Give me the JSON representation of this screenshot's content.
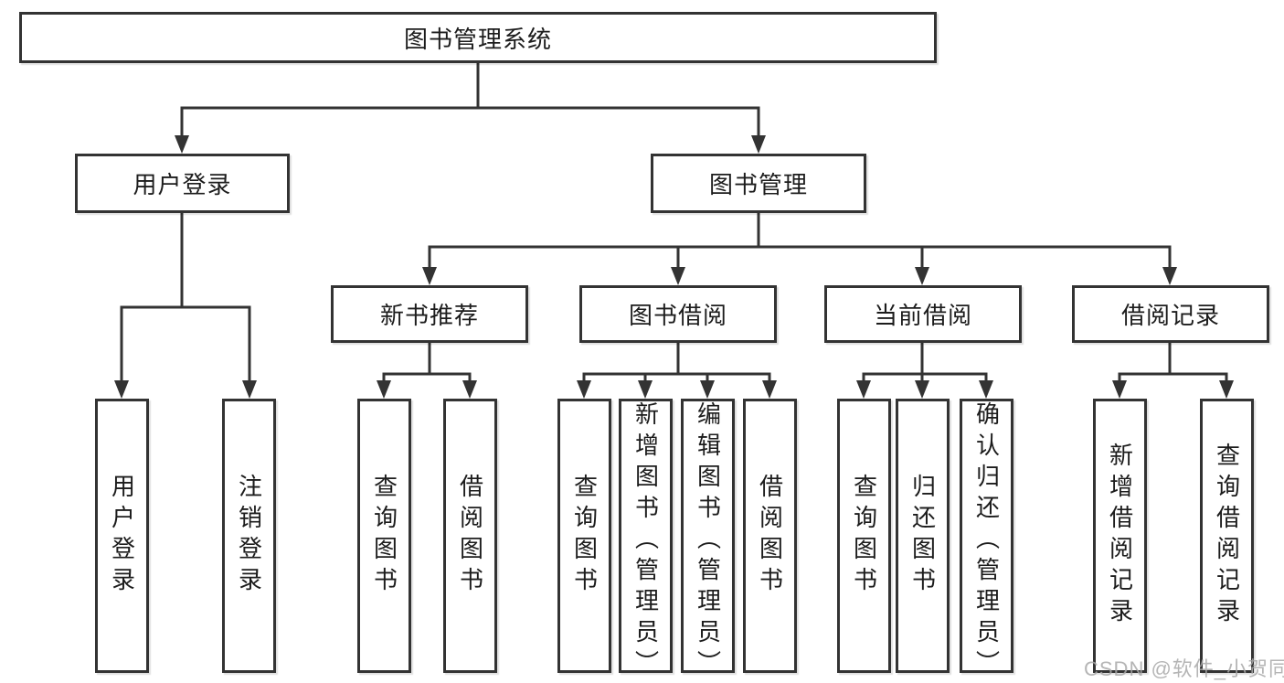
{
  "diagram_title": "图书管理系统",
  "tree": {
    "label": "图书管理系统",
    "children": [
      {
        "label": "用户登录",
        "children": [
          {
            "label": "用户登录"
          },
          {
            "label": "注销登录"
          }
        ]
      },
      {
        "label": "图书管理",
        "children": [
          {
            "label": "新书推荐",
            "children": [
              {
                "label": "查询图书"
              },
              {
                "label": "借阅图书"
              }
            ]
          },
          {
            "label": "图书借阅",
            "children": [
              {
                "label": "查询图书"
              },
              {
                "label": "新增图书（管理员）"
              },
              {
                "label": "编辑图书（管理员）"
              },
              {
                "label": "借阅图书"
              }
            ]
          },
          {
            "label": "当前借阅",
            "children": [
              {
                "label": "查询图书"
              },
              {
                "label": "归还图书"
              },
              {
                "label": "确认归还（管理员）"
              }
            ]
          },
          {
            "label": "借阅记录",
            "children": [
              {
                "label": "新增借阅记录"
              },
              {
                "label": "查询借阅记录"
              }
            ]
          }
        ]
      }
    ]
  },
  "watermark": "CSDN @软件_小贺同学",
  "colors": {
    "line": "#333333",
    "text": "#1c1c1c",
    "watermark": "#a8a8a8",
    "background": "#ffffff"
  }
}
